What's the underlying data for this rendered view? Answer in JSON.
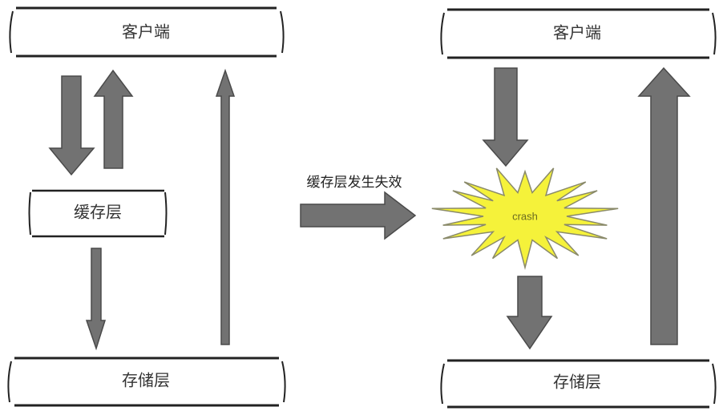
{
  "left": {
    "client": "客户端",
    "cache": "缓存层",
    "storage": "存储层"
  },
  "transition": {
    "label": "缓存层发生失效"
  },
  "right": {
    "client": "客户端",
    "crash": "crash",
    "storage": "存储层"
  },
  "colors": {
    "arrow": "#727272",
    "crash_fill": "#f5f23a"
  }
}
